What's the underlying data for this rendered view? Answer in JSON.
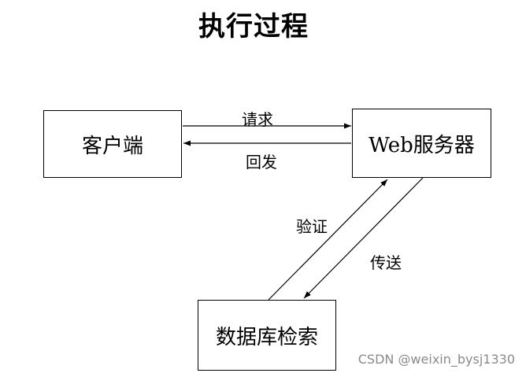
{
  "diagram": {
    "title": "执行过程",
    "nodes": {
      "client": "客户端",
      "server": "Web服务器",
      "database": "数据库检索"
    },
    "edges": {
      "request": "请求",
      "reply": "回发",
      "verify": "验证",
      "transfer": "传送"
    }
  },
  "watermark": "CSDN @weixin_bysj1330"
}
